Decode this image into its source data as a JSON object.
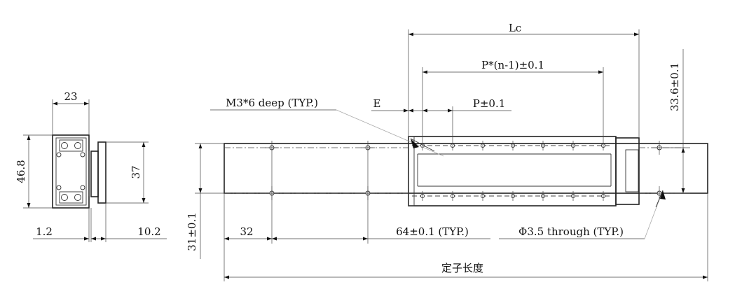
{
  "side_view": {
    "dim_width": "23",
    "dim_height": "46.8",
    "dim_plate_height": "37",
    "dim_left_gap": "1.2",
    "dim_right_gap": "10.2"
  },
  "top_view": {
    "dim_Lc": "Lc",
    "dim_P_n1": "P*(n-1)±0.1",
    "dim_P": "P±0.1",
    "dim_E": "E",
    "label_tapped": "M3*6 deep (TYP.)",
    "dim_stator_width": "31±0.1",
    "dim_32": "32",
    "dim_pitch": "64±0.1 (TYP.)",
    "label_through": "Φ3.5 through (TYP.)",
    "dim_hole_span": "33.6±0.1",
    "dim_stator_length": "定子长度"
  }
}
